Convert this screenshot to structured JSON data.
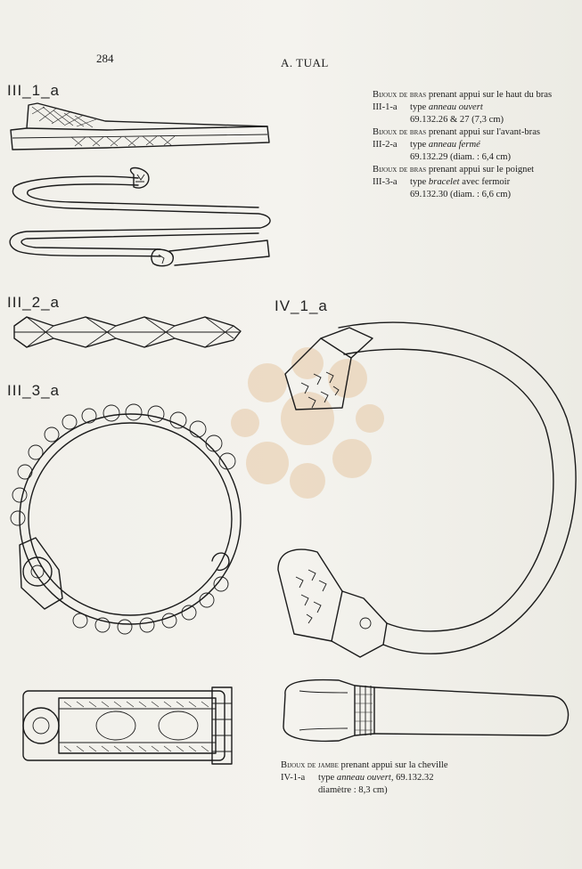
{
  "header": {
    "page_number": "284",
    "author": "A. TUAL"
  },
  "figure_labels": {
    "iii_1_a": "III_1_a",
    "iii_2_a": "III_2_a",
    "iii_3_a": "III_3_a",
    "iv_1_a": "IV_1_a"
  },
  "legend_upper": {
    "g1": {
      "head_sc": "Bijoux de bras",
      "head_rest": "prenant appui sur le haut du bras",
      "code": "III-1-a",
      "type_word": "type",
      "type_name": "anneau ouvert",
      "ref": "69.132.26 & 27 (7,3 cm)"
    },
    "g2": {
      "head_sc": "Bijoux de bras",
      "head_rest": "prenant appui sur l'avant-bras",
      "code": "III-2-a",
      "type_word": "type",
      "type_name": "anneau fermé",
      "ref": "69.132.29 (diam. : 6,4 cm)"
    },
    "g3": {
      "head_sc": "Bijoux de bras",
      "head_rest": "prenant appui sur le poignet",
      "code": "III-3-a",
      "type_word": "type",
      "type_name": "bracelet",
      "type_suffix": "avec fermoir",
      "ref": "69.132.30 (diam. : 6,6 cm)"
    }
  },
  "legend_lower": {
    "head_sc": "Bijoux de jambe",
    "head_rest": "prenant appui sur la cheville",
    "code": "IV-1-a",
    "type_word": "type",
    "type_name": "anneau ouvert",
    "type_suffix": ", 69.132.32",
    "diameter": "diamètre : 8,3 cm)"
  },
  "colors": {
    "paper": "#f2f1ec",
    "ink": "#1b1b1b",
    "stamp": "#e6c9a3"
  }
}
